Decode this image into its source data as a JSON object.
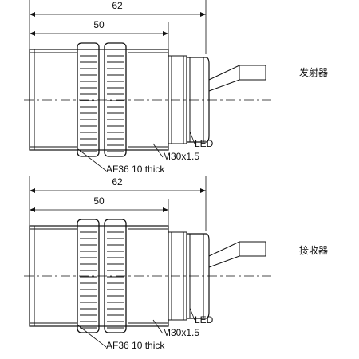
{
  "colors": {
    "line": "#111111",
    "background": "#ffffff"
  },
  "views": [
    {
      "dim_overall": "62",
      "dim_body": "50",
      "label_led": "LED",
      "label_thread": "M30x1.5",
      "label_nut": "AF36  10 thick",
      "role": "发射器"
    },
    {
      "dim_overall": "62",
      "dim_body": "50",
      "label_led": "LED",
      "label_thread": "M30x1.5",
      "label_nut": "AF36  10 thick",
      "role": "接收器"
    }
  ]
}
